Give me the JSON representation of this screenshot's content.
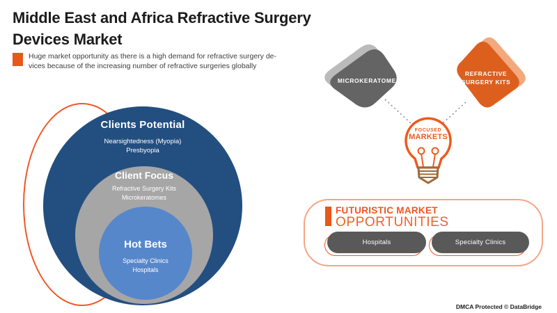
{
  "header": {
    "title_line1": "Middle East and Africa Refractive Surgery",
    "title_line2": "Devices Market",
    "subtitle_line1": "Huge market opportunity as there is a high demand for refractive surgery de-",
    "subtitle_line2": "vices because of the increasing number of refractive surgeries globally"
  },
  "venn": {
    "outer": {
      "label": "Clients Potential",
      "items": [
        "Nearsightedness (Myopia)",
        "Presbyopia"
      ]
    },
    "middle": {
      "label": "Client Focus",
      "items": [
        "Refractive Surgery Kits",
        "Microkeratomes"
      ]
    },
    "inner": {
      "label": "Hot Bets",
      "items": [
        "Specialty Clinics",
        "Hospitals"
      ]
    }
  },
  "focus_cluster": {
    "left_blob_label": "MICROKERATOMES",
    "right_blob_label": "REFRACTIVE SURGERY KITS",
    "bulb_line1": "FOCUSED",
    "bulb_line2": "MARKETS"
  },
  "opportunities": {
    "heading_line1": "FUTURISTIC MARKET",
    "heading_line2": "OPPORTUNITIES",
    "items": [
      "Hospitals",
      "Specialty Clinics"
    ]
  },
  "footer": {
    "dmca": "DMCA Protected © DataBridge"
  },
  "colors": {
    "accent_orange": "#E8571C",
    "salmon_border": "#F5A584",
    "dark_blue": "#234E80",
    "mid_gray": "#A6A6A6",
    "light_blue": "#5787CB",
    "blob_gray": "#646464",
    "pill_gray": "#595959",
    "bulb_brown": "#9C6B3B"
  }
}
